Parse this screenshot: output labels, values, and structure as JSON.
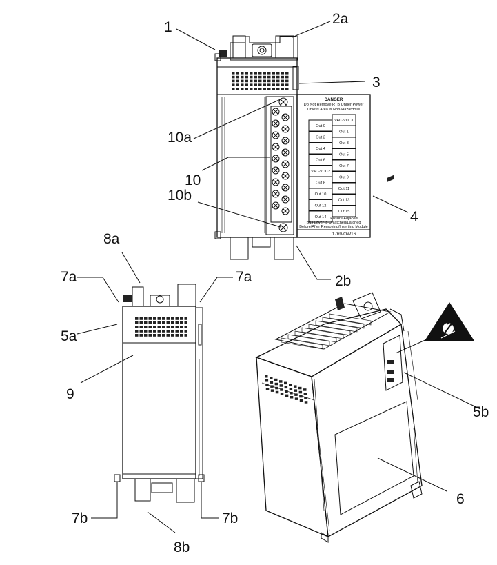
{
  "callouts": {
    "c1": "1",
    "c2a": "2a",
    "c3": "3",
    "c10a": "10a",
    "c10": "10",
    "c10b": "10b",
    "c4": "4",
    "c2b": "2b",
    "c8a": "8a",
    "c7a_left": "7a",
    "c7a_right": "7a",
    "c5a": "5a",
    "c9": "9",
    "c7b_left": "7b",
    "c7b_right": "7b",
    "c8b": "8b",
    "c5b": "5b",
    "c6": "6"
  },
  "door_label": {
    "danger_title": "DANGER",
    "danger_line1": "Do Not Remove RTB Under Power",
    "danger_line2": "Unless Area is Non-Hazardous",
    "left_column": [
      "Out 0",
      "Out 2",
      "Out 4",
      "Out 6",
      "VAC-VDC2",
      "Out 8",
      "Out 10",
      "Out 12",
      "Out 14"
    ],
    "right_column": [
      "VAC-VDC1",
      "Out 1",
      "Out 3",
      "Out 5",
      "Out 7",
      "Out 9",
      "Out 11",
      "Out 13",
      "Out 15"
    ],
    "footer_line1": "Ensure Adjacent",
    "footer_line2": "Bus Lever is Unlatched/Latched",
    "footer_line3": "Before/After Removing/Inserting Module",
    "catalog_number": "1769-OW16"
  }
}
